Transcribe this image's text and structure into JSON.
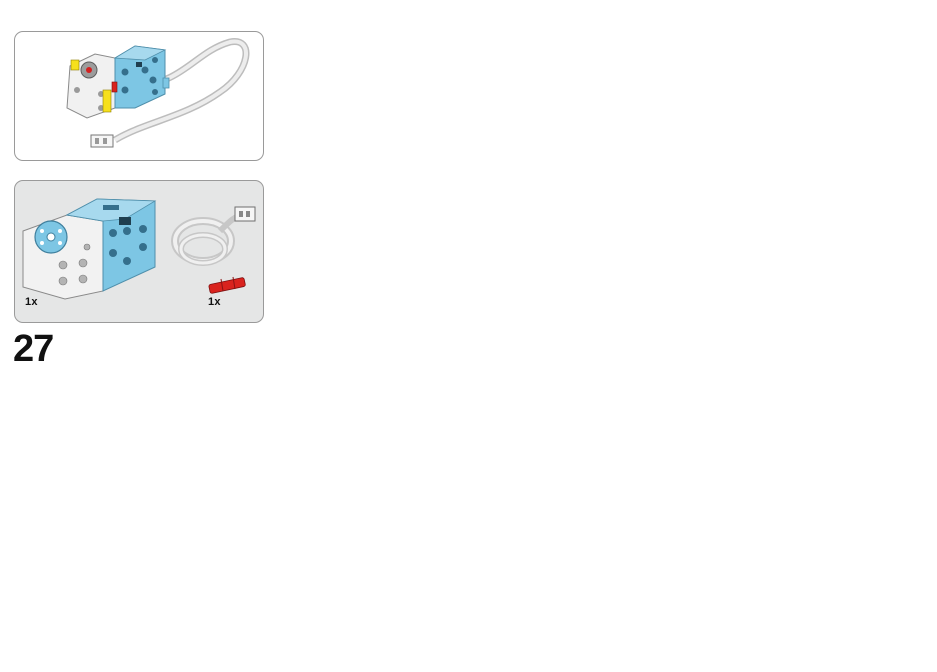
{
  "step": {
    "number": "27"
  },
  "parts_list": [
    {
      "part": "medium-motor",
      "quantity": "1x"
    },
    {
      "part": "red-connector-pin",
      "quantity": "1x"
    }
  ],
  "colors": {
    "motor_blue": "#7dc6e4",
    "motor_white": "#f4f4f4",
    "accent_yellow": "#f6e01c",
    "pin_red": "#d9231e",
    "cable_grey": "#cfcfcf",
    "panel_border": "#9a9a9a",
    "parts_background": "#e5e6e6"
  }
}
